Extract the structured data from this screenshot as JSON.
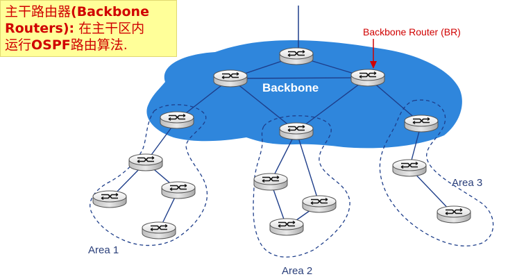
{
  "note": {
    "line1_cn": "主干路由器",
    "line1_en": "(Backbone",
    "line2_en": "Routers):",
    "line2_cn": " 在主干区内",
    "line3_cn1": "运行",
    "line3_en": "OSPF",
    "line3_cn2": "路由算法."
  },
  "labels": {
    "backbone": "Backbone",
    "backbone_router": "Backbone Router (BR)",
    "area1": "Area 1",
    "area2": "Area 2",
    "area3": "Area 3"
  },
  "colors": {
    "backbone_fill": "#2f86dc",
    "link": "#1e3e8a",
    "accent_red": "#d00000",
    "note_bg": "#ffff99"
  },
  "icons": {
    "router": "router-icon"
  }
}
